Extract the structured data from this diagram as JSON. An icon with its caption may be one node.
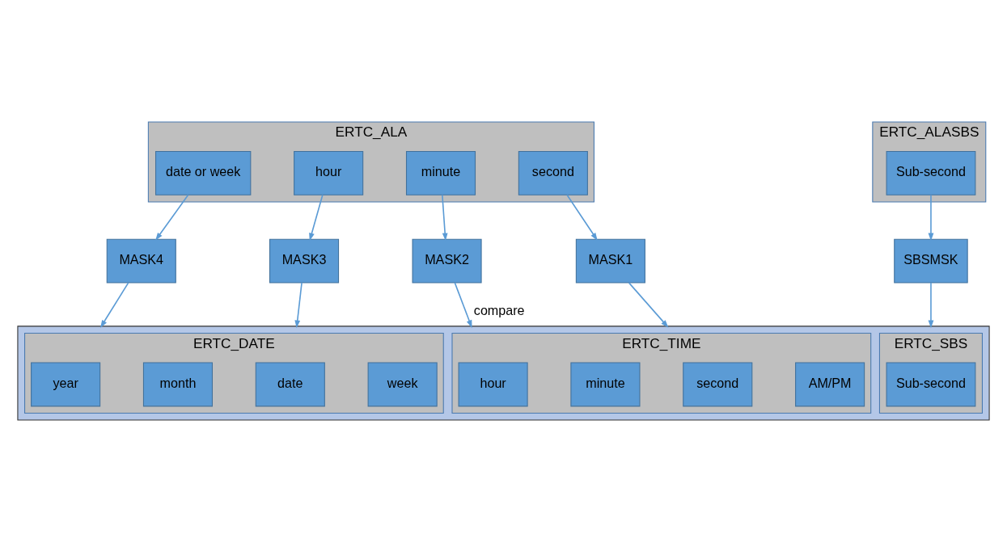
{
  "diagram": {
    "nodes": [
      {
        "text": [
          "ERTC_ALA"
        ]
      },
      {
        "text": [
          "date or week"
        ],
        "in": 0
      },
      {
        "text": [
          "hour"
        ],
        "in": 0
      },
      {
        "text": [
          "minute"
        ],
        "in": 0
      },
      {
        "text": [
          "second"
        ],
        "in": 0
      },
      {
        "text": [
          "ERTC_ALASBS"
        ]
      },
      {
        "text": [
          "Sub-second"
        ],
        "in": 5
      },
      {
        "text": [
          "MASK4"
        ]
      },
      {
        "text": [
          "MASK3"
        ]
      },
      {
        "text": [
          "MASK2"
        ]
      },
      {
        "text": [
          "MASK1"
        ]
      },
      {
        "text": [
          "SBSMSK"
        ]
      },
      {
        "text": [],
        "shape": "box"
      },
      {
        "text": [
          "ERTC_DATE"
        ],
        "in": 12
      },
      {
        "text": [
          "year"
        ],
        "in": 13
      },
      {
        "text": [
          "month"
        ],
        "in": 13
      },
      {
        "text": [
          "date"
        ],
        "in": 13
      },
      {
        "text": [
          "week"
        ],
        "in": 13
      },
      {
        "text": [
          "ERTC_TIME"
        ],
        "in": 12
      },
      {
        "text": [
          "hour"
        ],
        "in": 18
      },
      {
        "text": [
          "minute"
        ],
        "in": 18
      },
      {
        "text": [
          "second"
        ],
        "in": 18
      },
      {
        "text": [
          "AM/PM"
        ],
        "in": 18
      },
      {
        "text": [
          "ERTC_SBS"
        ],
        "in": 12
      },
      {
        "text": [
          "Sub-second"
        ],
        "in": 23
      }
    ],
    "edges": [
      {
        "from": 1,
        "to": 7,
        "arrow": "to"
      },
      {
        "from": 2,
        "to": 8,
        "arrow": "to"
      },
      {
        "from": 3,
        "to": 9,
        "arrow": "to"
      },
      {
        "from": 4,
        "to": 10,
        "arrow": "to"
      },
      {
        "from": 6,
        "to": 11,
        "arrow": "to"
      },
      {
        "from": 7,
        "to": 12,
        "arrow": "to"
      },
      {
        "from": 8,
        "to": 12,
        "arrow": "to"
      },
      {
        "from": 9,
        "to": 12,
        "arrow": "to",
        "label": "compare"
      },
      {
        "from": 10,
        "to": 12,
        "arrow": "to"
      },
      {
        "from": 11,
        "to": 12,
        "arrow": "to"
      }
    ]
  }
}
